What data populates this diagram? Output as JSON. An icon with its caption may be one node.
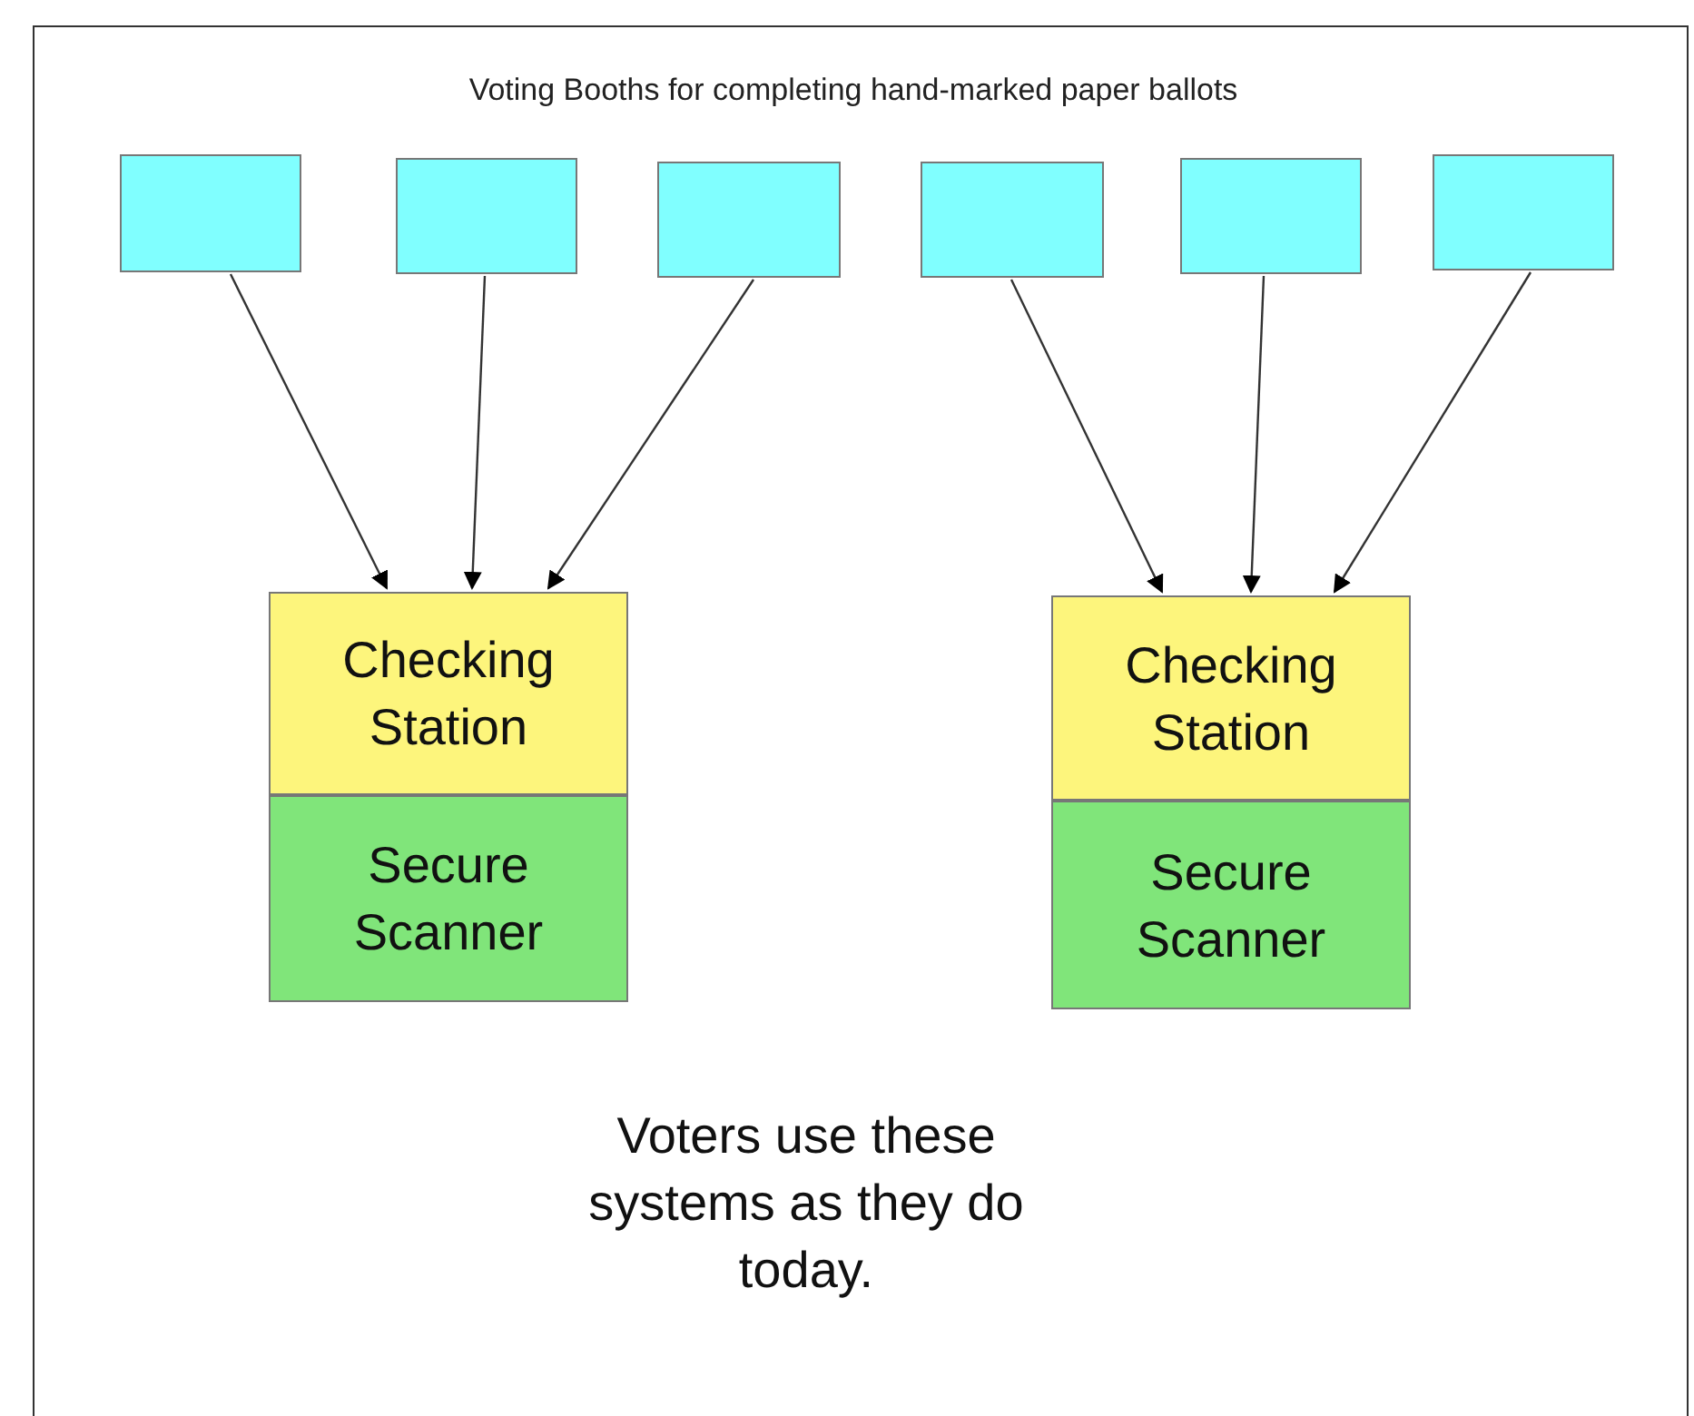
{
  "diagram": {
    "title": "Voting Booths for completing hand-marked paper ballots",
    "nodes": [
      {
        "text": [],
        "shape": "box"
      },
      {
        "text": [],
        "shape": "box"
      },
      {
        "text": [],
        "shape": "box"
      },
      {
        "text": [],
        "shape": "box"
      },
      {
        "text": [],
        "shape": "box"
      },
      {
        "text": [],
        "shape": "box"
      },
      {
        "text": [
          "Checking Station"
        ]
      },
      {
        "text": [
          "Secure Scanner"
        ]
      },
      {
        "text": [
          "Checking Station"
        ]
      },
      {
        "text": [
          "Secure Scanner"
        ]
      }
    ],
    "edges": [
      {
        "from": 0,
        "to": 6,
        "arrow": "to"
      },
      {
        "from": 1,
        "to": 6,
        "arrow": "to"
      },
      {
        "from": 2,
        "to": 6,
        "arrow": "to"
      },
      {
        "from": 3,
        "to": 8,
        "arrow": "to"
      },
      {
        "from": 4,
        "to": 8,
        "arrow": "to"
      },
      {
        "from": 5,
        "to": 8,
        "arrow": "to"
      }
    ],
    "labels": [
      "Voters use these systems as they do today."
    ]
  }
}
